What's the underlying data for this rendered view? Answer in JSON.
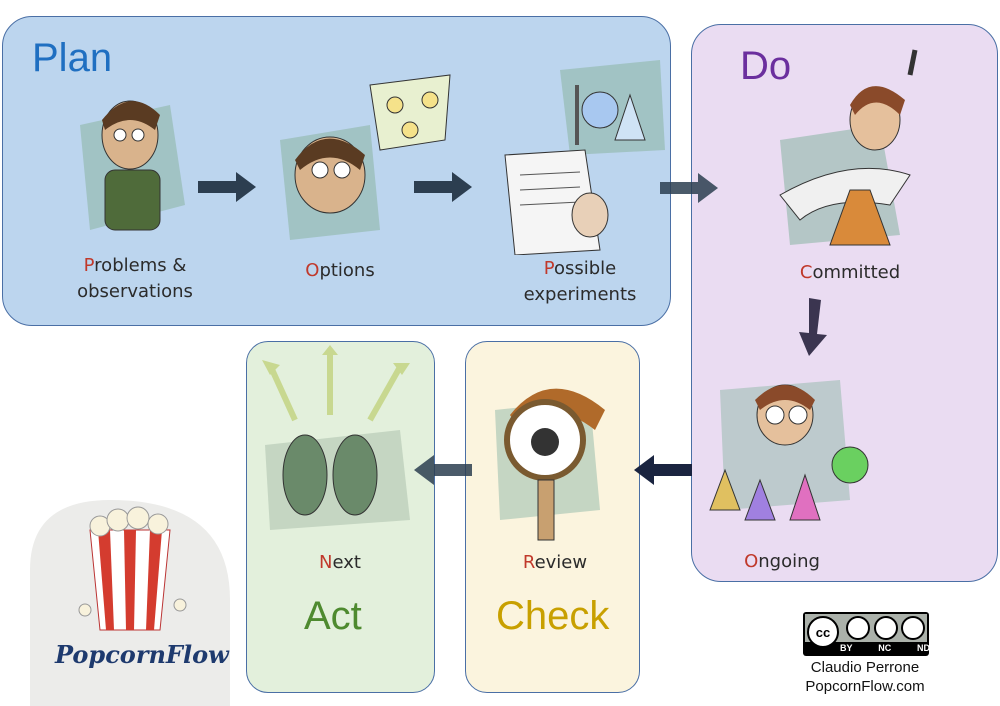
{
  "phases": {
    "plan": {
      "title": "Plan",
      "color": "#1f6fc1"
    },
    "do": {
      "title": "Do",
      "color": "#6b2f9e"
    },
    "check": {
      "title": "Check",
      "color": "#c8a000"
    },
    "act": {
      "title": "Act",
      "color": "#4e8a2f"
    }
  },
  "stages": [
    {
      "first": "P",
      "rest_line1": "roblems &",
      "line2": "observations"
    },
    {
      "first": "O",
      "rest_line1": "ptions",
      "line2": ""
    },
    {
      "first": "P",
      "rest_line1": "ossible",
      "line2": "experiments"
    },
    {
      "first": "C",
      "rest_line1": "ommitted",
      "line2": ""
    },
    {
      "first": "O",
      "rest_line1": "ngoing",
      "line2": ""
    },
    {
      "first": "R",
      "rest_line1": "eview",
      "line2": ""
    },
    {
      "first": "N",
      "rest_line1": "ext",
      "line2": ""
    }
  ],
  "logo": {
    "text": "PopcornFlow"
  },
  "license": {
    "badges": [
      "BY",
      "NC",
      "ND"
    ],
    "author": "Claudio Perrone",
    "site": "PopcornFlow.com"
  },
  "colors": {
    "plan_bg": "#bcd5ee",
    "do_bg": "#eadcf2",
    "check_bg": "#fbf4de",
    "act_bg": "#e3f0dc",
    "arrow": "#2c3e50",
    "initial": "#c0392b"
  }
}
